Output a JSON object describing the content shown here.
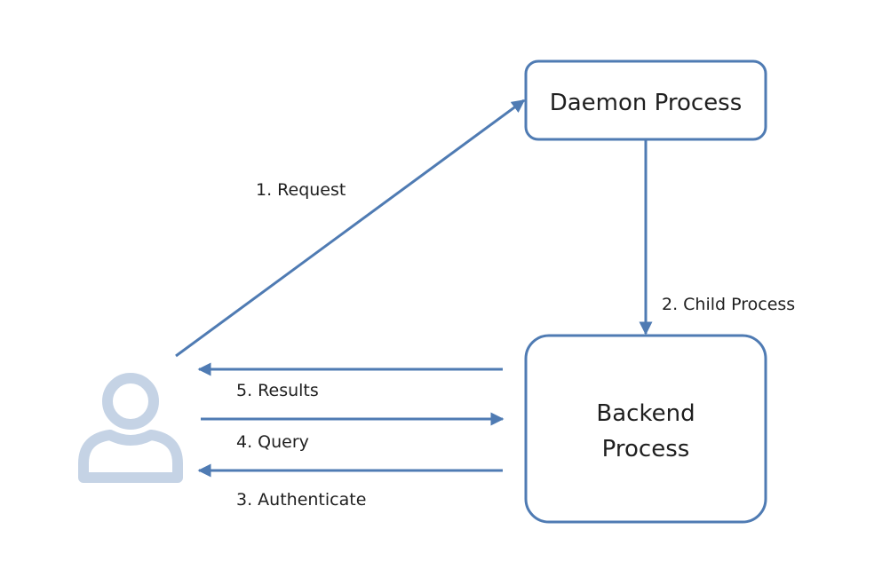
{
  "colors": {
    "stroke": "#4f7bb3",
    "user_icon": "#c5d3e5",
    "text": "#1f1f1f",
    "background": "#ffffff"
  },
  "nodes": {
    "daemon": {
      "label": "Daemon Process"
    },
    "backend": {
      "label_line1": "Backend",
      "label_line2": "Process"
    },
    "user": {
      "icon": "user-icon"
    }
  },
  "edges": {
    "request": {
      "label": "1. Request"
    },
    "child_process": {
      "label": "2. Child Process"
    },
    "authenticate": {
      "label": "3. Authenticate"
    },
    "query": {
      "label": "4. Query"
    },
    "results": {
      "label": "5. Results"
    }
  }
}
